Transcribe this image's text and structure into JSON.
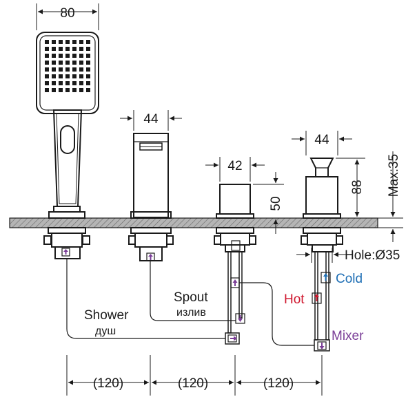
{
  "dimensions": {
    "handshower_width": "80",
    "spout_width": "44",
    "diverter_width": "42",
    "diverter_height": "50",
    "mixer_width": "44",
    "mixer_height": "88",
    "max_deck": "Max:35",
    "hole": "Hole:Ø35",
    "spacing_1": "(120)",
    "spacing_2": "(120)",
    "spacing_3": "(120)"
  },
  "labels": {
    "shower": "Shower",
    "shower_ru": "душ",
    "spout": "Spout",
    "spout_ru": "излив",
    "cold": "Cold",
    "hot": "Hot",
    "mixer": "Mixer"
  },
  "colors": {
    "line": "#1a1a1a",
    "deck_fill": "#9a9a9a",
    "cold": "#1f6fb5",
    "hot": "#d0182f",
    "mixer": "#7a3d97",
    "arrow": "#7a3d97"
  }
}
